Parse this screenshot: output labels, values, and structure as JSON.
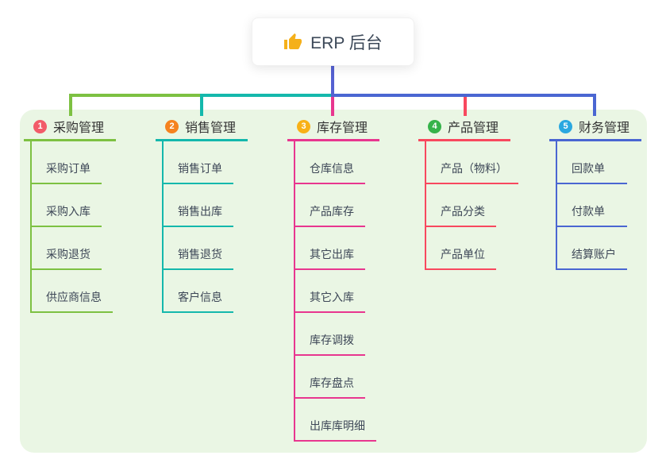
{
  "root": {
    "label": "ERP 后台",
    "icon": "thumbs-up-icon",
    "icon_color": "#f5b01a",
    "connector_color": "#5561d2"
  },
  "panel_color": "#eaf6e4",
  "branches": [
    {
      "badge": "1",
      "label": "采购管理",
      "color": "#7dc142",
      "badge_color": "#f25b69",
      "children": [
        "采购订单",
        "采购入库",
        "采购退货",
        "供应商信息"
      ]
    },
    {
      "badge": "2",
      "label": "销售管理",
      "color": "#14b8ac",
      "badge_color": "#f5821f",
      "children": [
        "销售订单",
        "销售出库",
        "销售退货",
        "客户信息"
      ]
    },
    {
      "badge": "3",
      "label": "库存管理",
      "color": "#e8368f",
      "badge_color": "#f8b117",
      "children": [
        "仓库信息",
        "产品库存",
        "其它出库",
        "其它入库",
        "库存调拨",
        "库存盘点",
        "出库库明细"
      ]
    },
    {
      "badge": "4",
      "label": "产品管理",
      "color": "#f8485e",
      "badge_color": "#36b34a",
      "children": [
        "产品（物料）",
        "产品分类",
        "产品单位"
      ]
    },
    {
      "badge": "5",
      "label": "财务管理",
      "color": "#4a66d2",
      "badge_color": "#2aa8e0",
      "children": [
        "回款单",
        "付款单",
        "结算账户"
      ]
    }
  ]
}
